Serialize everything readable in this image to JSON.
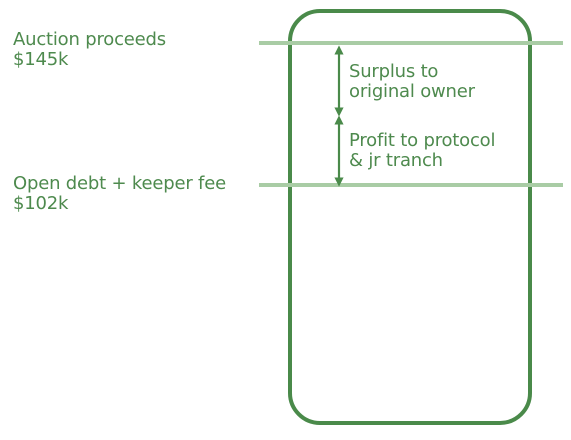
{
  "levels": {
    "auction": {
      "label": "Auction proceeds",
      "value": "$145k"
    },
    "debt": {
      "label": "Open debt + keeper fee",
      "value": "$102k"
    }
  },
  "segments": {
    "surplus": {
      "line1": "Surplus to",
      "line2": "original owner"
    },
    "profit": {
      "line1": "Profit to protocol",
      "line2": "& jr tranch"
    }
  },
  "colors": {
    "text": "#4e8a4e",
    "container_stroke": "#4a8a4a",
    "level_line": "#a9cca5",
    "arrow": "#4a8a4a"
  }
}
